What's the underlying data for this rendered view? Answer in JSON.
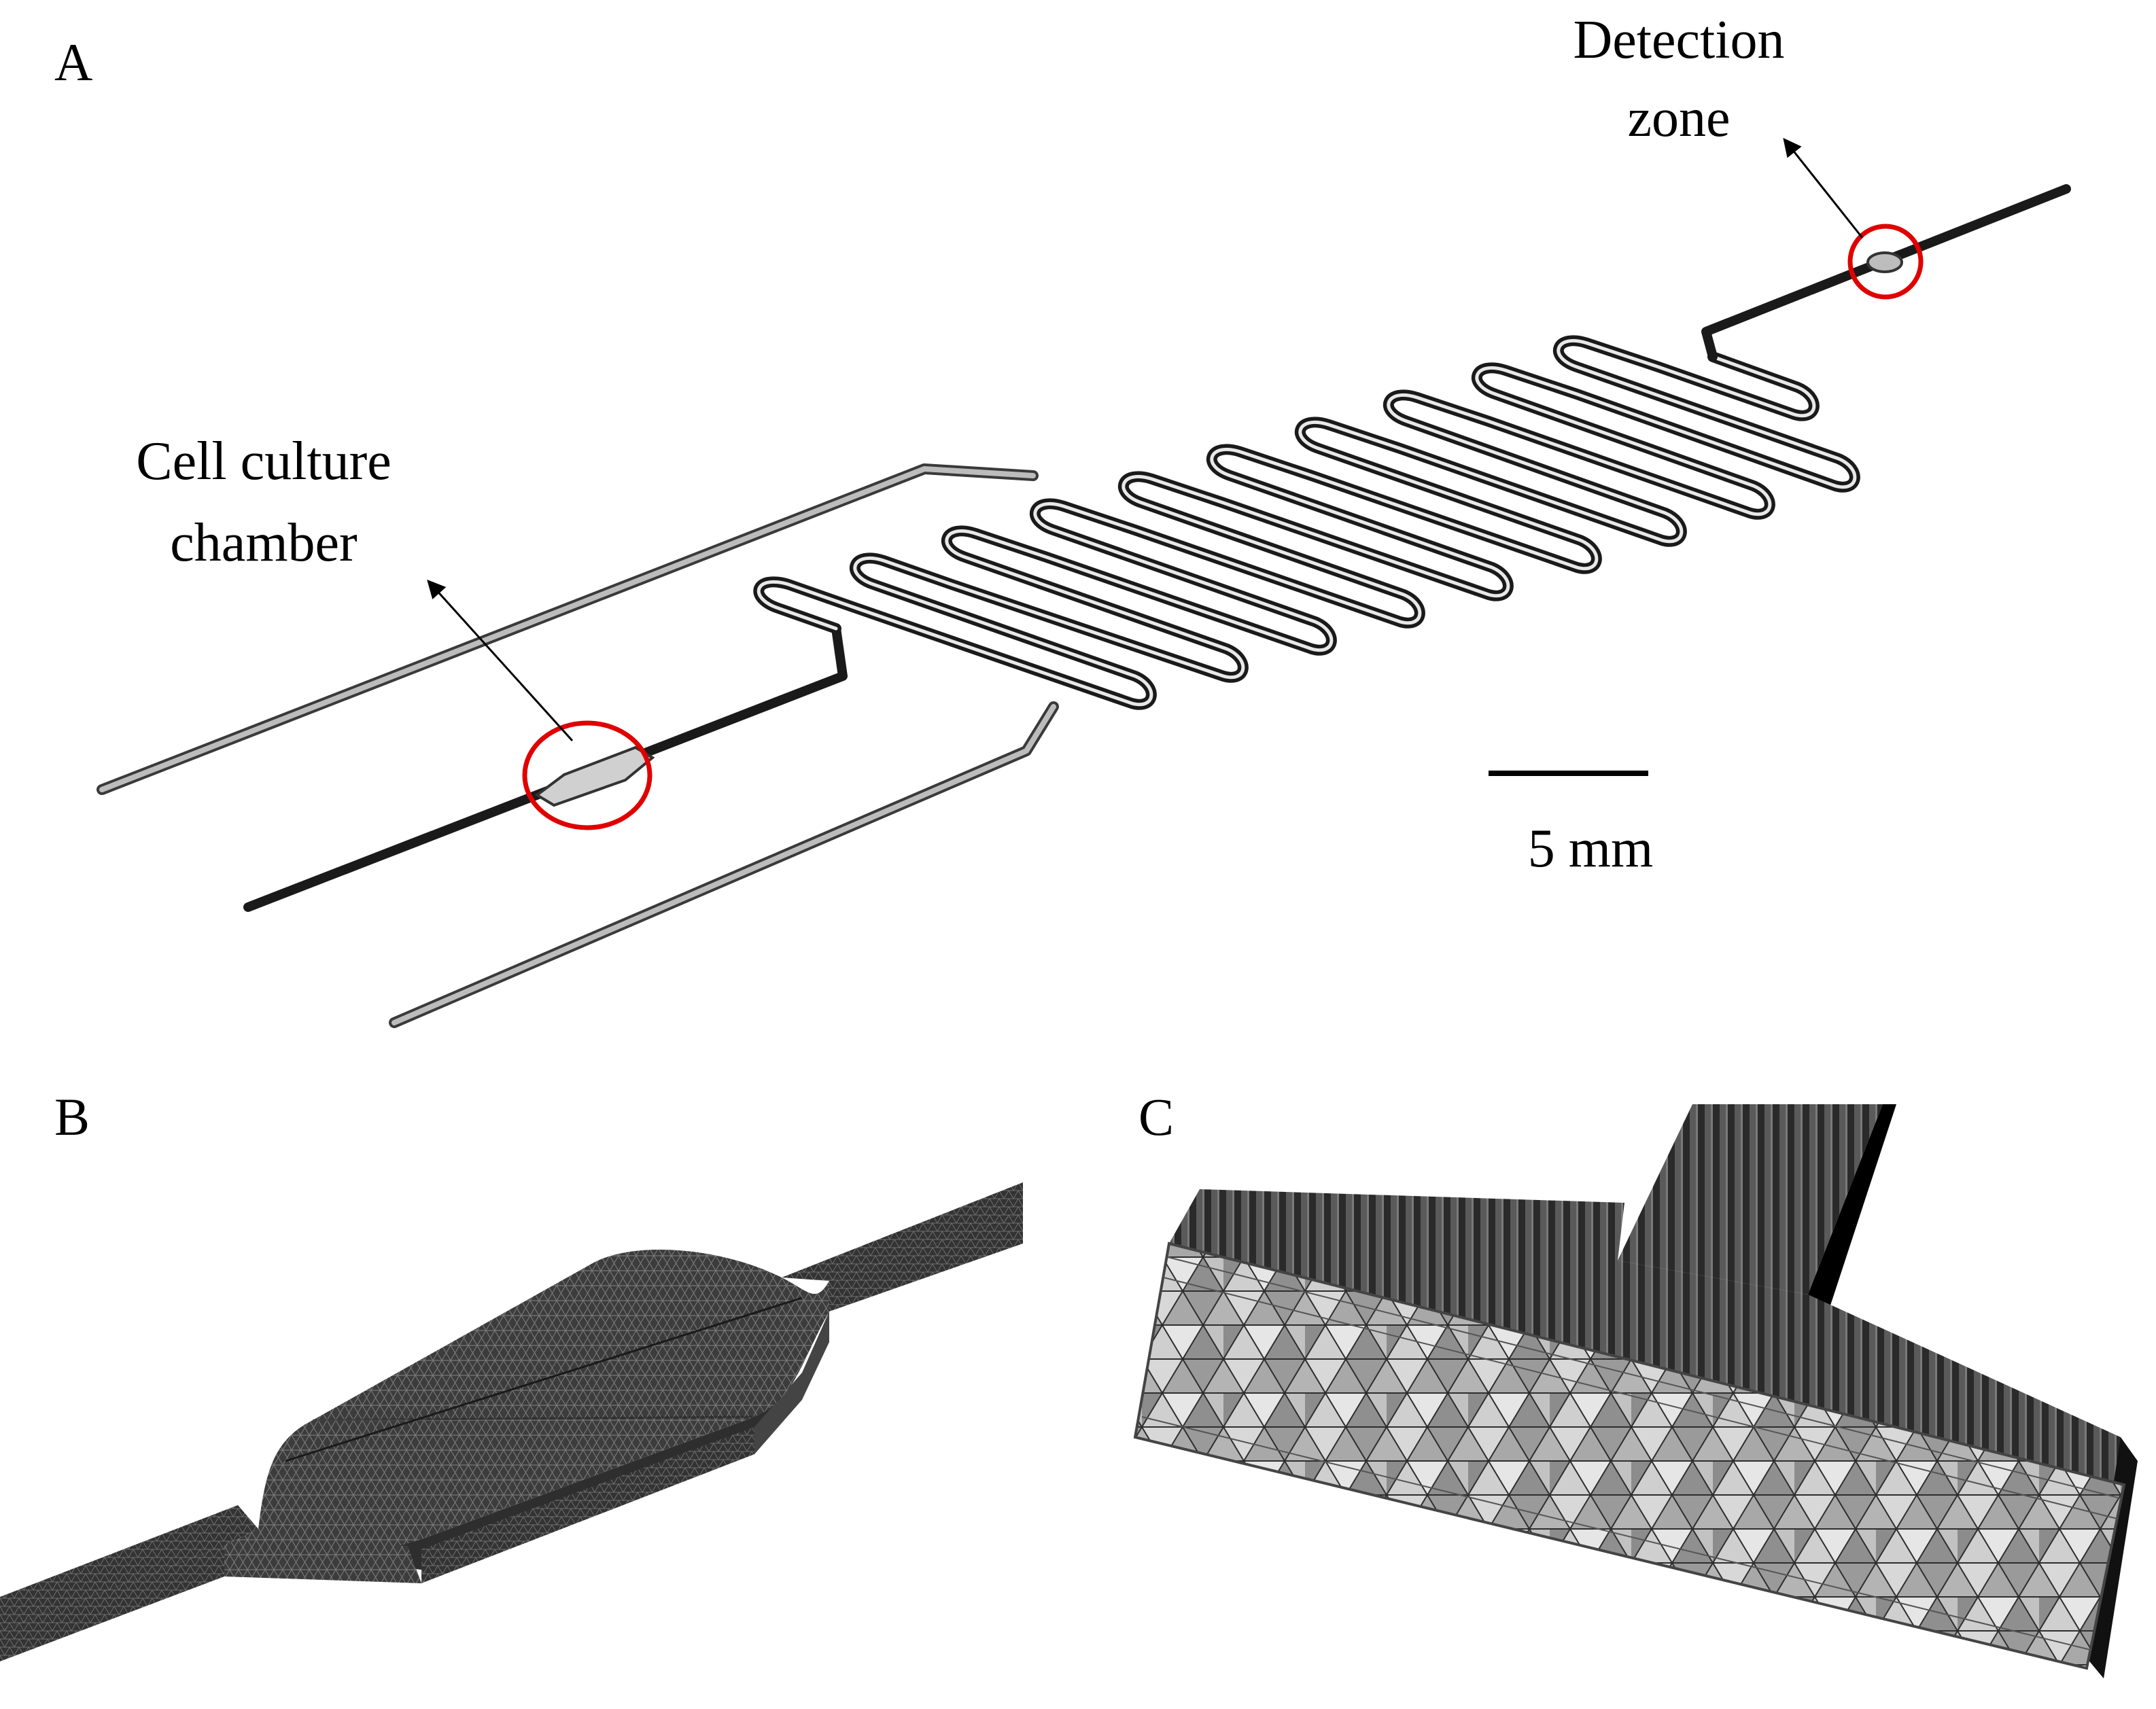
{
  "panels": {
    "a": {
      "letter": "A"
    },
    "b": {
      "letter": "B"
    },
    "c": {
      "letter": "C"
    }
  },
  "annotations": {
    "detection": {
      "line1": "Detection",
      "line2": "zone"
    },
    "cell": {
      "line1": "Cell culture",
      "line2": "chamber"
    }
  },
  "scale_bar": {
    "label": "5 mm"
  },
  "colors": {
    "highlight": "#e00000",
    "channel": "#2a2a2a",
    "mesh_dark": "#3a3a3a",
    "mesh_light": "#c8c8c8"
  }
}
